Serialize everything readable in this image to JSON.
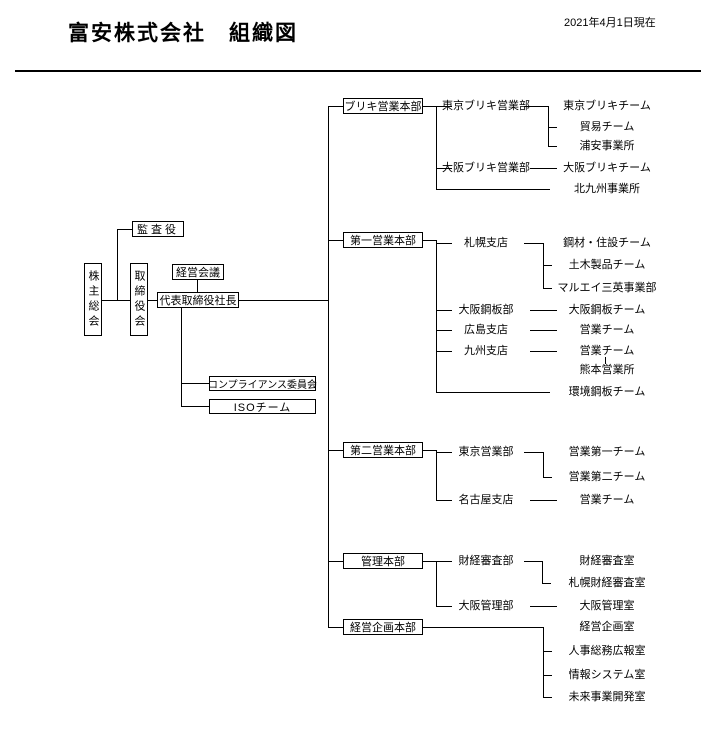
{
  "header": {
    "title": "富安株式会社　組織図",
    "as_of_date": "2021年4月1日現在"
  },
  "colors": {
    "ink": "#000000",
    "background": "#ffffff"
  },
  "governance": {
    "shareholders_meeting": "株主総会",
    "board_of_directors": "取締役会",
    "auditor": "監査役",
    "management_council": "経営会議",
    "president": "代表取締役社長",
    "compliance_committee": "コンプライアンス委員会",
    "iso_team": "ISOチーム"
  },
  "divisions": [
    {
      "name": "ブリキ営業本部",
      "departments": [
        {
          "name": "東京ブリキ営業部",
          "teams": [
            "東京ブリキチーム",
            "貿易チーム",
            "浦安事業所"
          ]
        },
        {
          "name": "大阪ブリキ営業部",
          "teams": [
            "大阪ブリキチーム"
          ]
        }
      ],
      "direct_units": [
        "北九州事業所"
      ]
    },
    {
      "name": "第一営業本部",
      "departments": [
        {
          "name": "札幌支店",
          "teams": [
            "鋼材・住設チーム",
            "土木製品チーム",
            "マルエイ三英事業部"
          ]
        },
        {
          "name": "大阪鋼板部",
          "teams": [
            "大阪鋼板チーム"
          ]
        },
        {
          "name": "広島支店",
          "teams": [
            "営業チーム"
          ]
        },
        {
          "name": "九州支店",
          "teams": [
            "営業チーム"
          ],
          "team_sub_office": "熊本営業所"
        }
      ],
      "direct_units": [
        "環境鋼板チーム"
      ]
    },
    {
      "name": "第二営業本部",
      "departments": [
        {
          "name": "東京営業部",
          "teams": [
            "営業第一チーム",
            "営業第二チーム"
          ]
        },
        {
          "name": "名古屋支店",
          "teams": [
            "営業チーム"
          ]
        }
      ]
    },
    {
      "name": "管理本部",
      "departments": [
        {
          "name": "財経審査部",
          "teams": [
            "財経審査室",
            "札幌財経審査室"
          ]
        },
        {
          "name": "大阪管理部",
          "teams": [
            "大阪管理室"
          ]
        }
      ]
    },
    {
      "name": "経営企画本部",
      "direct_units": [
        "経営企画室",
        "人事総務広報室",
        "情報システム室",
        "未来事業開発室"
      ]
    }
  ]
}
